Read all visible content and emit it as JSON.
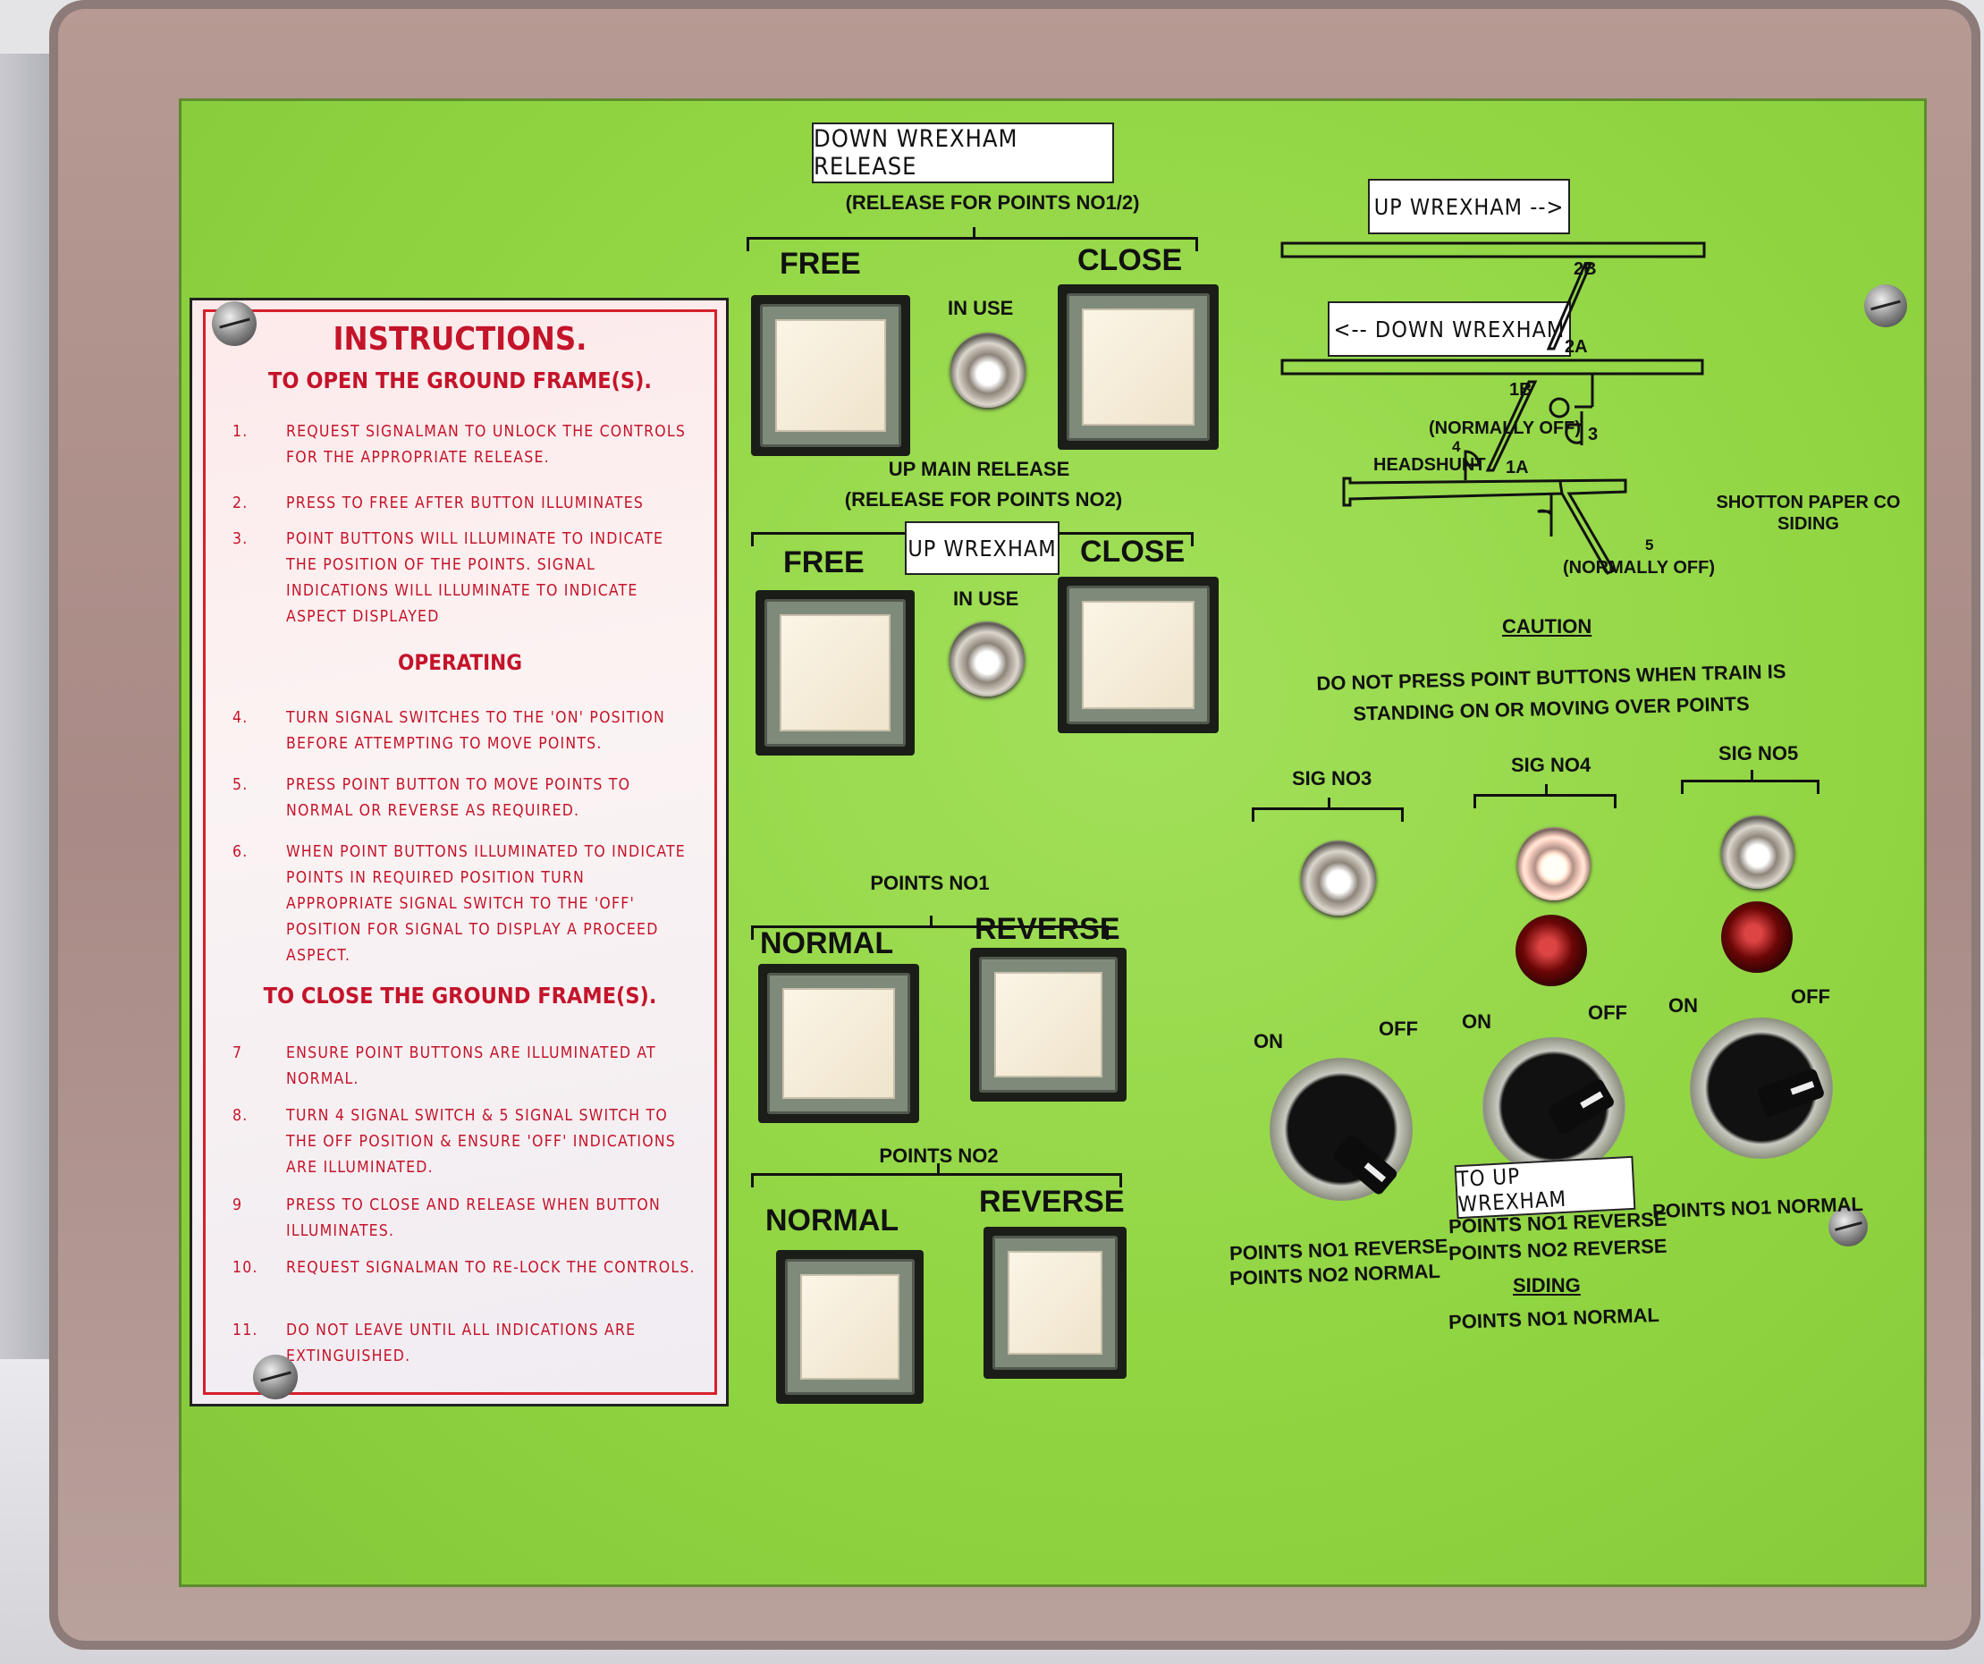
{
  "instructions": {
    "title": "INSTRUCTIONS.",
    "open_heading": "TO OPEN THE GROUND FRAME(S).",
    "open_items": [
      {
        "n": "1.",
        "text": "REQUEST SIGNALMAN TO UNLOCK THE CONTROLS FOR THE APPROPRIATE RELEASE."
      },
      {
        "n": "2.",
        "text": "PRESS TO FREE AFTER BUTTON ILLUMINATES"
      },
      {
        "n": "3.",
        "text": "POINT BUTTONS WILL ILLUMINATE TO INDICATE THE POSITION OF THE POINTS. SIGNAL INDICATIONS WILL ILLUMINATE TO INDICATE ASPECT DISPLAYED"
      }
    ],
    "operating_heading": "OPERATING",
    "operating_items": [
      {
        "n": "4.",
        "text": "TURN SIGNAL SWITCHES TO THE 'ON' POSITION BEFORE ATTEMPTING TO MOVE POINTS."
      },
      {
        "n": "5.",
        "text": "PRESS POINT BUTTON TO MOVE POINTS TO NORMAL OR REVERSE AS REQUIRED."
      },
      {
        "n": "6.",
        "text": "WHEN POINT BUTTONS ILLUMINATED TO INDICATE POINTS IN REQUIRED POSITION TURN APPROPRIATE SIGNAL SWITCH TO THE 'OFF' POSITION FOR SIGNAL TO DISPLAY A PROCEED ASPECT."
      }
    ],
    "close_heading": "TO CLOSE THE GROUND FRAME(S).",
    "close_items": [
      {
        "n": "7",
        "text": "ENSURE POINT BUTTONS ARE ILLUMINATED AT NORMAL."
      },
      {
        "n": "8.",
        "text": "TURN 4 SIGNAL SWITCH & 5 SIGNAL SWITCH TO THE OFF POSITION & ENSURE 'OFF' INDICATIONS ARE ILLUMINATED."
      },
      {
        "n": "9",
        "text": "PRESS TO CLOSE AND RELEASE WHEN BUTTON ILLUMINATES."
      },
      {
        "n": "10.",
        "text": "REQUEST SIGNALMAN TO RE-LOCK THE CONTROLS."
      },
      {
        "n": "11.",
        "text": "DO NOT LEAVE UNTIL ALL INDICATIONS ARE EXTINGUISHED."
      }
    ]
  },
  "down_release": {
    "plate": "DOWN WREXHAM RELEASE",
    "subtitle": "(RELEASE FOR POINTS NO1/2)",
    "free": "FREE",
    "close": "CLOSE",
    "in_use": "IN USE"
  },
  "up_release": {
    "title": "UP MAIN RELEASE",
    "subtitle": "(RELEASE FOR POINTS NO2)",
    "plate": "UP WREXHAM",
    "free": "FREE",
    "close": "CLOSE",
    "in_use": "IN USE"
  },
  "points1": {
    "title": "POINTS NO1",
    "normal": "NORMAL",
    "reverse": "REVERSE"
  },
  "points2": {
    "title": "POINTS NO2",
    "normal": "NORMAL",
    "reverse": "REVERSE"
  },
  "diagram": {
    "up_plate": "UP WREXHAM -->",
    "down_plate": "<-- DOWN WREXHAM",
    "labels": {
      "p2b": "2B",
      "p2a": "2A",
      "p1b": "1B",
      "p1a": "1A",
      "sig3": "3",
      "sig4": "4",
      "sig5": "5",
      "normally_off_4": "(NORMALLY OFF)",
      "normally_off_5": "(NORMALLY OFF)",
      "headshunt": "HEADSHUNT",
      "siding": "SHOTTON PAPER CO SIDING"
    }
  },
  "caution": {
    "title": "CAUTION",
    "line1": "DO NOT PRESS POINT BUTTONS WHEN TRAIN IS",
    "line2": "STANDING ON OR MOVING OVER POINTS"
  },
  "signals": [
    {
      "name": "SIG NO3",
      "on": "ON",
      "off": "OFF",
      "lower_1": "POINTS NO1 REVERSE",
      "lower_2": "POINTS NO2 NORMAL"
    },
    {
      "name": "SIG NO4",
      "on": "ON",
      "off": "OFF",
      "plate": "TO UP WREXHAM",
      "lower_1": "POINTS NO1 REVERSE",
      "lower_2": "POINTS NO2 REVERSE",
      "siding_heading": "SIDING",
      "siding_text": "POINTS NO1 NORMAL"
    },
    {
      "name": "SIG NO5",
      "on": "ON",
      "off": "OFF",
      "lower_1": "POINTS NO1 NORMAL"
    }
  ],
  "colors": {
    "panel": "#93d646",
    "instruction_text": "#c4142a",
    "frame": "#b09490"
  }
}
